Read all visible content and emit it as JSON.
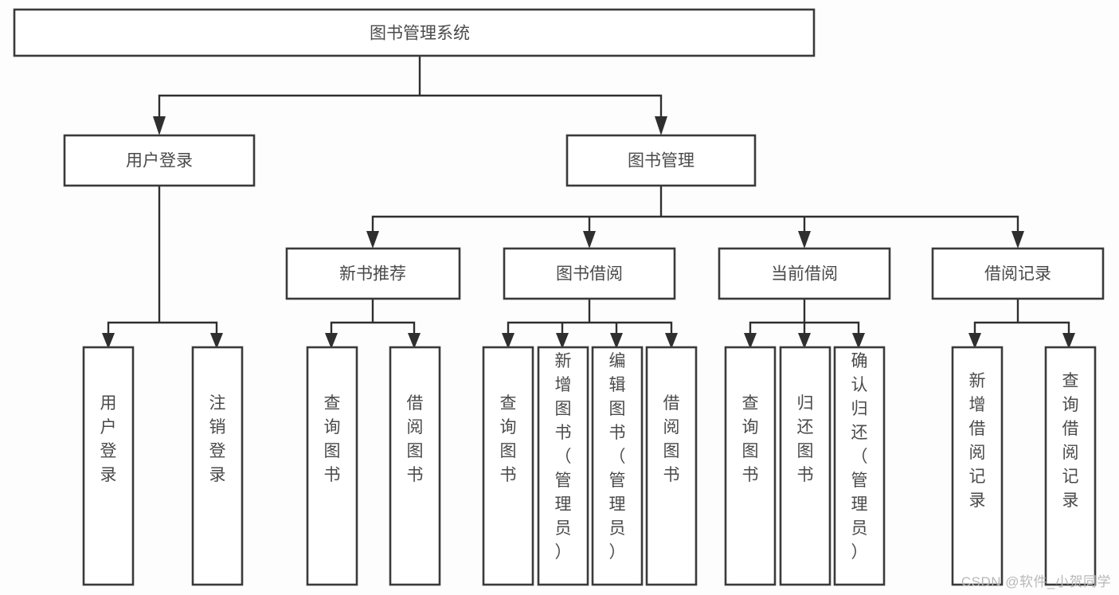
{
  "diagram": {
    "title_node": {
      "label": "图书管理系统"
    },
    "level1": [
      {
        "id": "user-login",
        "label": "用户登录"
      },
      {
        "id": "book-management",
        "label": "图书管理"
      }
    ],
    "level2": [
      {
        "id": "new-book-recommend",
        "label": "新书推荐",
        "parent": "book-management"
      },
      {
        "id": "book-borrow",
        "label": "图书借阅",
        "parent": "book-management"
      },
      {
        "id": "current-borrow",
        "label": "当前借阅",
        "parent": "book-management"
      },
      {
        "id": "borrow-record",
        "label": "借阅记录",
        "parent": "book-management"
      }
    ],
    "leaves": {
      "user-login": [
        {
          "id": "leaf-user-login",
          "label": "用户登录"
        },
        {
          "id": "leaf-user-logout",
          "label": "注销登录"
        }
      ],
      "new-book-recommend": [
        {
          "id": "leaf-query-book-1",
          "label": "查询图书"
        },
        {
          "id": "leaf-borrow-book-1",
          "label": "借阅图书"
        }
      ],
      "book-borrow": [
        {
          "id": "leaf-query-book-2",
          "label": "查询图书"
        },
        {
          "id": "leaf-add-book",
          "label": "新增图书（管理员）"
        },
        {
          "id": "leaf-edit-book",
          "label": "编辑图书（管理员）"
        },
        {
          "id": "leaf-borrow-book-2",
          "label": "借阅图书"
        }
      ],
      "current-borrow": [
        {
          "id": "leaf-query-book-3",
          "label": "查询图书"
        },
        {
          "id": "leaf-return-book",
          "label": "归还图书"
        },
        {
          "id": "leaf-confirm-return",
          "label": "确认归还（管理员）"
        }
      ],
      "borrow-record": [
        {
          "id": "leaf-add-record",
          "label": "新增借阅记录"
        },
        {
          "id": "leaf-query-record",
          "label": "查询借阅记录"
        }
      ]
    },
    "watermark": "CSDN @软件_小贺同学",
    "colors": {
      "box_stroke": "#3a3a3a",
      "connector": "#2f2f2f",
      "text": "#4a4a4a",
      "background": "#fdfdfd",
      "watermark": "#b8b8b8"
    }
  }
}
